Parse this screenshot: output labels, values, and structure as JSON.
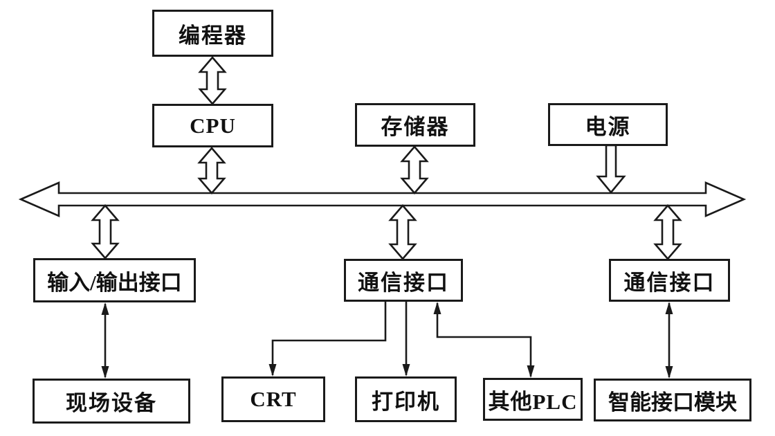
{
  "boxes": {
    "programmer": {
      "label": "编程器"
    },
    "cpu": {
      "label": "CPU"
    },
    "memory": {
      "label": "存储器"
    },
    "power": {
      "label": "电源"
    },
    "io_interface": {
      "label": "输入/输出接口"
    },
    "comm_interface_mid": {
      "label": "通信接口"
    },
    "comm_interface_right": {
      "label": "通信接口"
    },
    "field_device": {
      "label": "现场设备"
    },
    "crt": {
      "label": "CRT"
    },
    "printer": {
      "label": "打印机"
    },
    "other_plc": {
      "label": "其他PLC"
    },
    "smart_module": {
      "label": "智能接口模块"
    }
  },
  "bus": {
    "type": "horizontal-hollow-double-arrow",
    "description": "system bus spanning full width with arrowheads at both ends"
  },
  "connections": [
    {
      "from": "programmer",
      "to": "cpu",
      "style": "hollow-double-arrow-vertical"
    },
    {
      "from": "cpu",
      "to": "bus",
      "style": "hollow-double-arrow-vertical"
    },
    {
      "from": "memory",
      "to": "bus",
      "style": "hollow-double-arrow-vertical"
    },
    {
      "from": "power",
      "to": "bus",
      "style": "hollow-single-arrow-down"
    },
    {
      "from": "bus",
      "to": "io_interface",
      "style": "hollow-double-arrow-vertical"
    },
    {
      "from": "bus",
      "to": "comm_interface_mid",
      "style": "hollow-double-arrow-vertical"
    },
    {
      "from": "bus",
      "to": "comm_interface_right",
      "style": "hollow-double-arrow-vertical"
    },
    {
      "from": "io_interface",
      "to": "field_device",
      "style": "thin-double-arrow"
    },
    {
      "from": "comm_interface_mid",
      "to": "crt",
      "style": "thin-arrow-elbow-down"
    },
    {
      "from": "comm_interface_mid",
      "to": "printer",
      "style": "thin-arrow-down"
    },
    {
      "from": "comm_interface_mid",
      "to": "other_plc",
      "style": "thin-double-arrow-elbow"
    },
    {
      "from": "comm_interface_right",
      "to": "smart_module",
      "style": "thin-double-arrow"
    }
  ],
  "colors": {
    "line": "#1a1a1a",
    "background": "#ffffff",
    "box_fill": "#ffffff",
    "text": "#111111"
  }
}
